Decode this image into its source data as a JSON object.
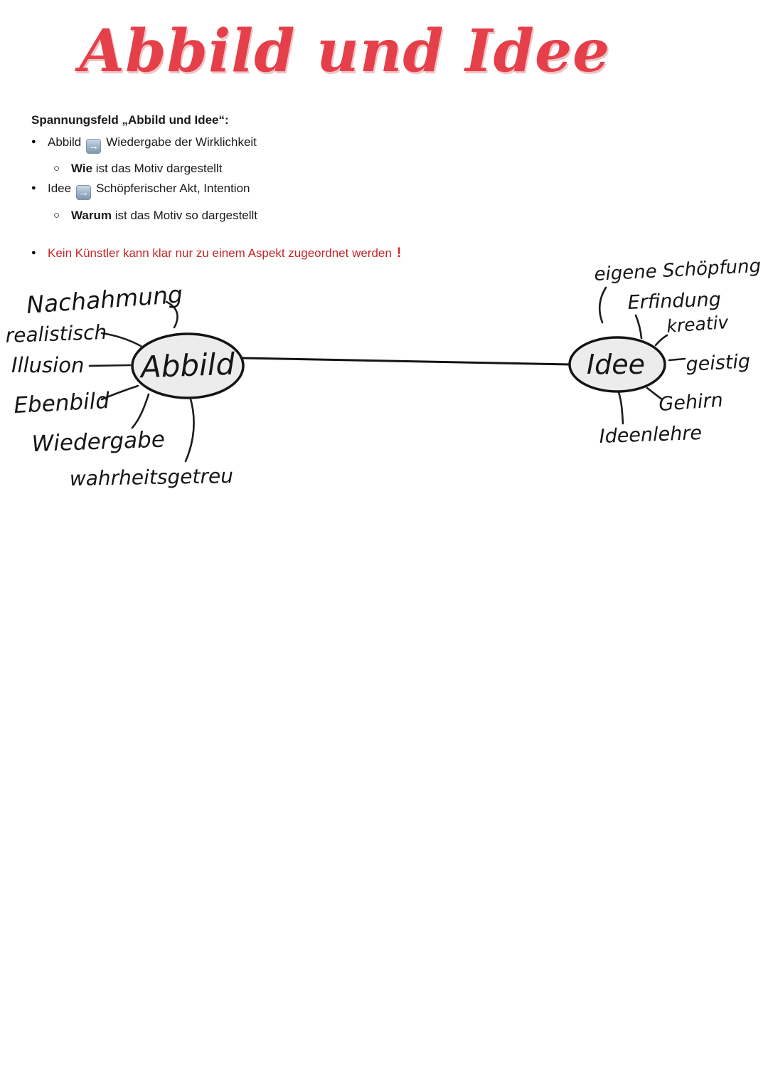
{
  "title": {
    "text": "Abbild und Idee"
  },
  "markers": {
    "disc": "●",
    "circle": "○"
  },
  "icons": {
    "arrow_right_glyph": "→",
    "exclamation_glyph": "!"
  },
  "colors": {
    "title_red": "#e5404a",
    "warning_red": "#c62525",
    "arrow_badge_blue": "#8ca6bf",
    "node_fill": "#ececec",
    "ink": "#161616"
  },
  "notes": {
    "heading": "Spannungsfeld „Abbild und Idee“:",
    "bullets": [
      {
        "pre": "Abbild",
        "icon": "arrow-right-emoji",
        "post": "Wiedergabe der Wirklichkeit",
        "sub": {
          "bold": "Wie",
          "rest": " ist das Motiv dargestellt"
        }
      },
      {
        "pre": "Idee",
        "icon": "arrow-right-emoji",
        "post": "Schöpferischer Akt, Intention",
        "sub": {
          "bold": "Warum",
          "rest": " ist das Motiv so dargestellt"
        }
      }
    ],
    "warning": {
      "text": "Kein Künstler kann klar nur zu einem Aspekt zugeordnet werden",
      "mark": "!"
    }
  },
  "mindmap": {
    "nodes": [
      {
        "id": "abbild",
        "label": "Abbild"
      },
      {
        "id": "idee",
        "label": "Idee"
      }
    ],
    "left_labels": [
      "Nachahmung",
      "realistisch",
      "Illusion",
      "Ebenbild",
      "Wiedergabe",
      "wahrheitsgetreu"
    ],
    "right_labels": [
      "eigene Schöpfung",
      "Erfindung",
      "kreativ",
      "geistig",
      "Gehirn",
      "Ideenlehre"
    ]
  }
}
